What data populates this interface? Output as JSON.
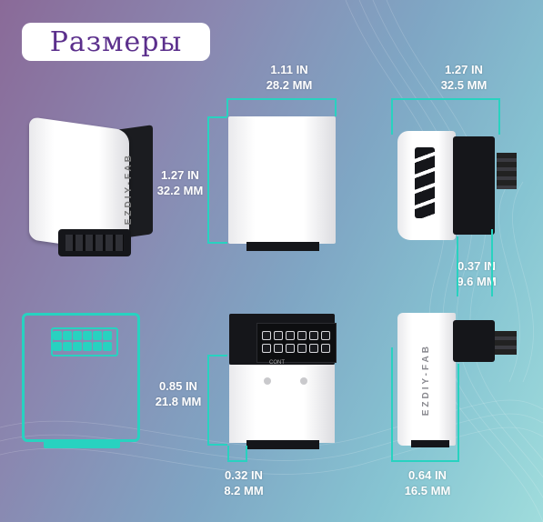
{
  "title": "Размеры",
  "brand": "EZDIY-FAB",
  "board_label": "CONT",
  "dimensions": {
    "top_width": {
      "in": "1.11 IN",
      "mm": "28.2 MM"
    },
    "side_depth": {
      "in": "1.27 IN",
      "mm": "32.5 MM"
    },
    "height": {
      "in": "1.27 IN",
      "mm": "32.2 MM"
    },
    "connector_offset": {
      "in": "0.37 IN",
      "mm": "9.6 MM"
    },
    "lower_height": {
      "in": "0.85 IN",
      "mm": "21.8 MM"
    },
    "bottom_width": {
      "in": "0.32 IN",
      "mm": "8.2 MM"
    },
    "side_width": {
      "in": "0.64 IN",
      "mm": "16.5 MM"
    }
  },
  "colors": {
    "accent": "#28d2c0",
    "title_text": "#5b2f8c",
    "dark": "#15161a"
  }
}
